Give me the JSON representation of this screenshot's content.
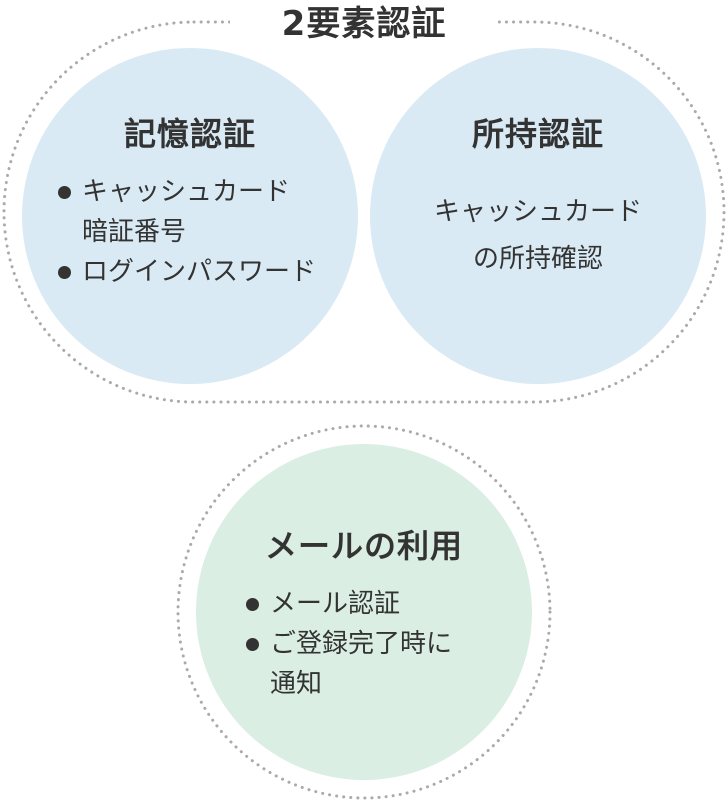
{
  "group": {
    "title": "2要素認証"
  },
  "knowledge": {
    "title": "記憶認証",
    "items": [
      {
        "line1": "キャッシュカード",
        "line2": "暗証番号"
      },
      {
        "line1": "ログインパスワード",
        "line2": ""
      }
    ]
  },
  "possession": {
    "title": "所持認証",
    "line1": "キャッシュカード",
    "line2": "の所持確認"
  },
  "email": {
    "title": "メールの利用",
    "items": [
      {
        "line1": "メール認証",
        "line2": ""
      },
      {
        "line1": "ご登録完了時に",
        "line2": "通知"
      }
    ]
  },
  "colors": {
    "text": "#333333",
    "circle_blue": "#d9eaf4",
    "circle_green": "#daeee3",
    "dotted_border": "#aaaaaa"
  }
}
